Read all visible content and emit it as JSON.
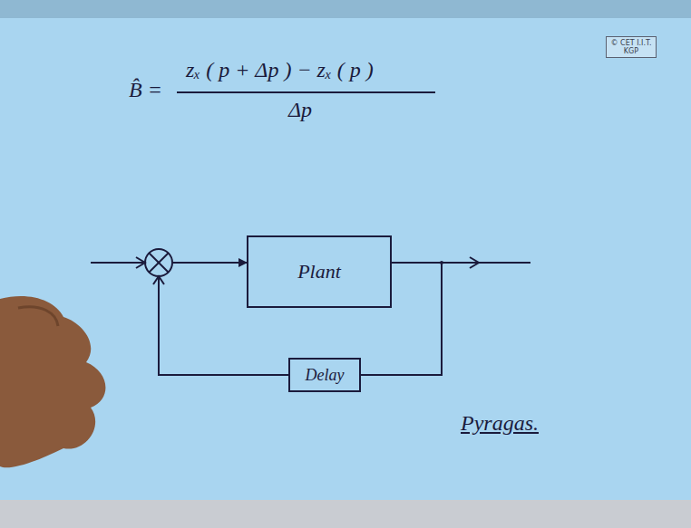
{
  "diagram": {
    "nodes": [
      {
        "text": [
          "Plant"
        ]
      },
      {
        "text": [
          "Delay"
        ]
      }
    ],
    "edges": [
      {
        "from": 0,
        "to": 1,
        "arrow": "none"
      },
      {
        "from": 1,
        "to": 0,
        "arrow": "to"
      }
    ],
    "labels": [
      "B̂ =",
      "zₓ ( p + Δp ) − zₓ ( p )",
      "Δp",
      "© CET I.I.T. KGP",
      "Pyragas."
    ]
  }
}
